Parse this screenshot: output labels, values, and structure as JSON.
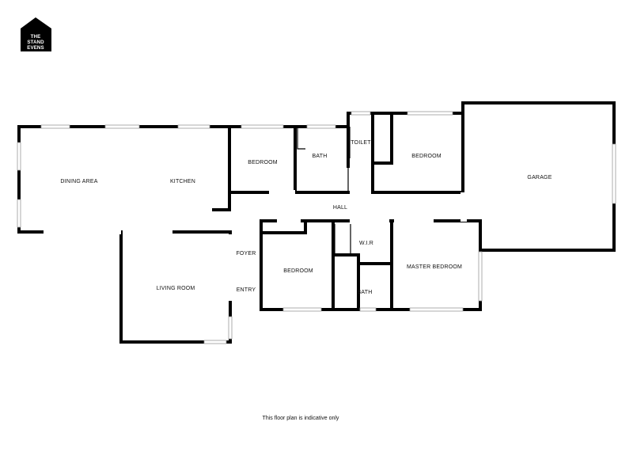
{
  "logo": {
    "lines": [
      "THE",
      "STAND",
      "EVENS"
    ]
  },
  "rooms": {
    "dining_area": "DINING AREA",
    "kitchen": "KITCHEN",
    "bedroom_1": "BEDROOM",
    "bath_1": "BATH",
    "toilet": "TOILET",
    "bedroom_2": "BEDROOM",
    "garage": "GARAGE",
    "hall": "HALL",
    "foyer": "FOYER",
    "entry": "ENTRY",
    "living_room": "LIVING ROOM",
    "bedroom_3": "BEDROOM",
    "wir": "W.I.R",
    "bath_2": "BATH",
    "master_bedroom": "MASTER BEDROOM"
  },
  "disclaimer": "This floor plan is indicative only"
}
